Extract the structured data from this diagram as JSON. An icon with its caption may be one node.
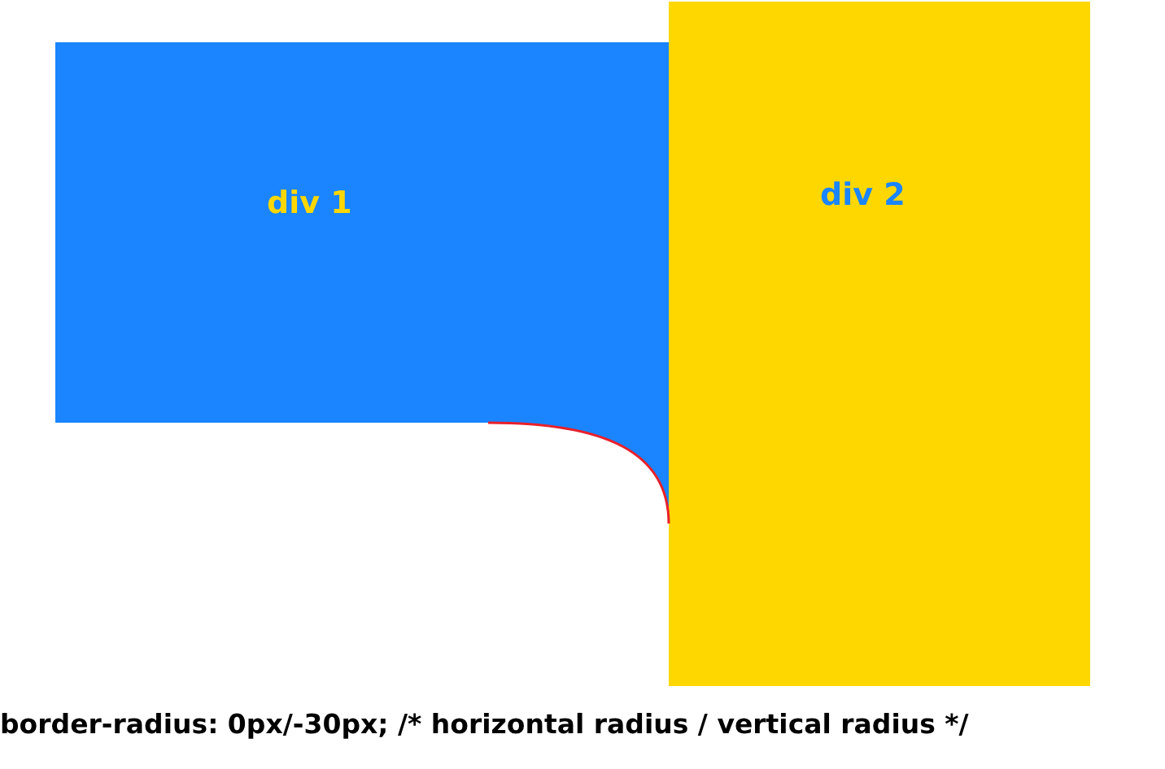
{
  "diagram": {
    "caption": "border-radius: 0px/-30px; /* horizontal radius / vertical radius */",
    "nodes": [
      {
        "text": [
          "div 1"
        ]
      },
      {
        "text": [
          "div 2"
        ]
      }
    ]
  }
}
